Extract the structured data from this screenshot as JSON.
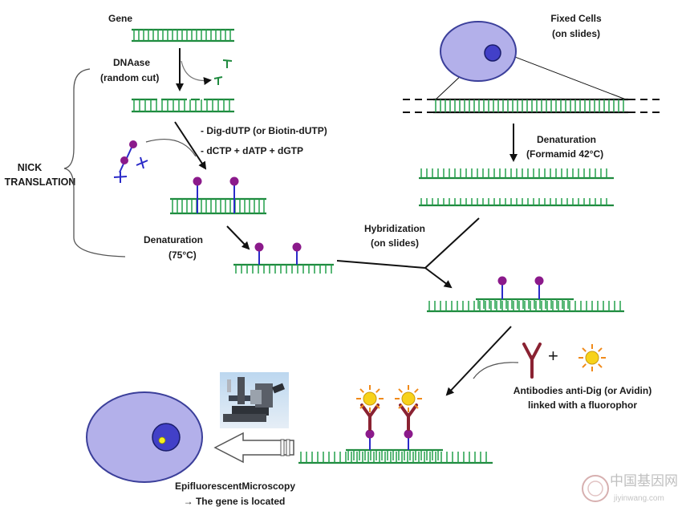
{
  "labels": {
    "gene": "Gene",
    "dnaase": "DNAase",
    "random_cut": "(random cut)",
    "dig_dutp": "- Dig-dUTP (or Biotin-dUTP)",
    "dctp": "- dCTP + dATP + dGTP",
    "nick": "NICK",
    "translation": "TRANSLATION",
    "denat1_a": "Denaturation",
    "denat1_b": "(75°C)",
    "fixed_a": "Fixed Cells",
    "fixed_b": "(on slides)",
    "denat2_a": "Denaturation",
    "denat2_b": "(Formamid 42°C)",
    "hyb_a": "Hybridization",
    "hyb_b": "(on slides)",
    "plus": "+",
    "ab_a": "Antibodies anti-Dig (or Avidin)",
    "ab_b": "linked with a fluorophor",
    "epi_a": "EpifluorescentMicroscopy",
    "epi_b": "→ The gene is located"
  },
  "watermark": {
    "cn": "中国基因网",
    "en": "jiyinwang.com"
  },
  "colors": {
    "dna": "#22a04a",
    "dna_dark": "#1f8a3f",
    "probe_head": "#8b1a8b",
    "probe_stem": "#2a2ac8",
    "cell_fill": "#b3b0ea",
    "cell_stroke": "#3b3f9a",
    "nucleus": "#4240c8",
    "antibody": "#8a2232",
    "fluoro": "#f7d21a",
    "fluoro_ray": "#f08a1a"
  }
}
